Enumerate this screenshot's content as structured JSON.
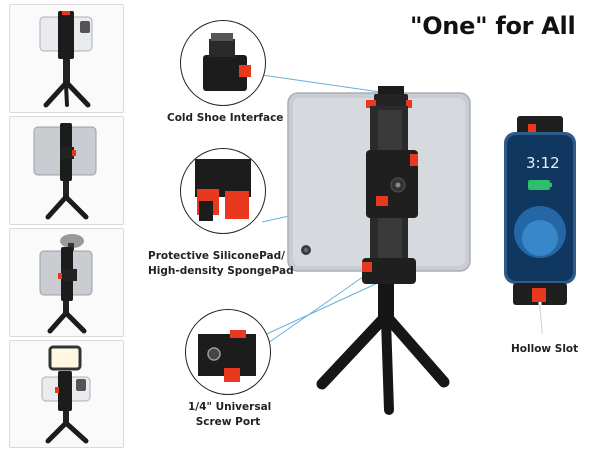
{
  "headline": "\"One\" for All",
  "callouts": {
    "cold_shoe": "Cold Shoe Interface",
    "pad_line1": "Protective SiliconePad/",
    "pad_line2": "High-density SpongePad",
    "screw_line1": "1/4\" Universal",
    "screw_line2": "Screw Port",
    "hollow_slot": "Hollow Slot"
  },
  "phone_screen": {
    "time": "3:12"
  },
  "colors": {
    "accent_red": "#e8391f",
    "body_black": "#1c1c1c",
    "leader_line": "#6ab0d8",
    "tablet_silver": "#c9ccd1"
  },
  "thumbnails": [
    {
      "icon": "tripod-with-phone-icon"
    },
    {
      "icon": "tripod-with-tablet-icon"
    },
    {
      "icon": "tripod-with-tablet-and-mic-icon"
    },
    {
      "icon": "tripod-with-phone-and-light-icon"
    }
  ]
}
